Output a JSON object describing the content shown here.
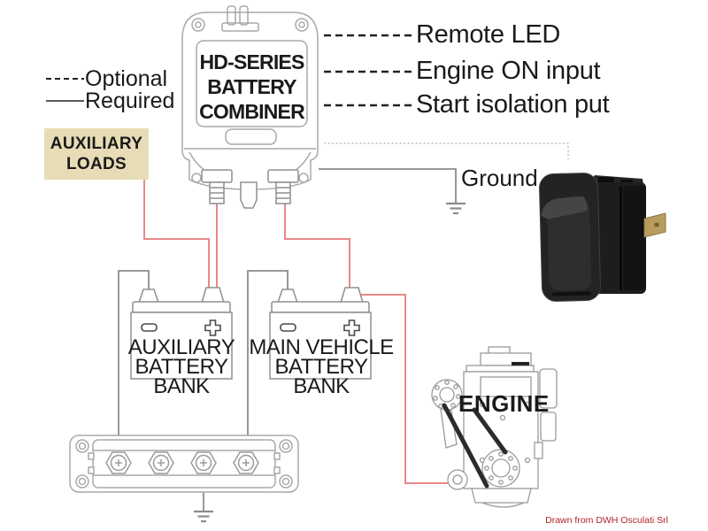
{
  "title": "HD-Series battery combiner wiring diagram",
  "colors": {
    "text": "#1a1a1a",
    "wire_red": "#e88888",
    "wire_gray": "#8c8c8c",
    "line_art": "#a9a9a9",
    "device_line": "#8f8f8f",
    "aux_loads_bg": "#e8dcb6",
    "attribution_red": "#b22222",
    "belt_black": "#2b2b2b",
    "switch_body": "#1d1d1d",
    "brass": "#b89c5e"
  },
  "legend": {
    "optional": "Optional",
    "required": "Required"
  },
  "aux_loads": {
    "line1": "AUXILIARY",
    "line2": "LOADS"
  },
  "combiner": {
    "line1": "HD-SERIES",
    "line2": "BATTERY",
    "line3": "COMBINER"
  },
  "callouts": [
    "Remote LED",
    "Engine ON input",
    "Start isolation put"
  ],
  "ground": {
    "label": "Ground"
  },
  "batteries": {
    "aux": {
      "line1": "AUXILIARY",
      "line2": "BATTERY",
      "line3": "BANK"
    },
    "main": {
      "line1": "MAIN VEHICLE",
      "line2": "BATTERY",
      "line3": "BANK"
    }
  },
  "engine": {
    "label": "ENGINE"
  },
  "attribution": {
    "text": "Drawn from DWH Osculati Srl"
  }
}
